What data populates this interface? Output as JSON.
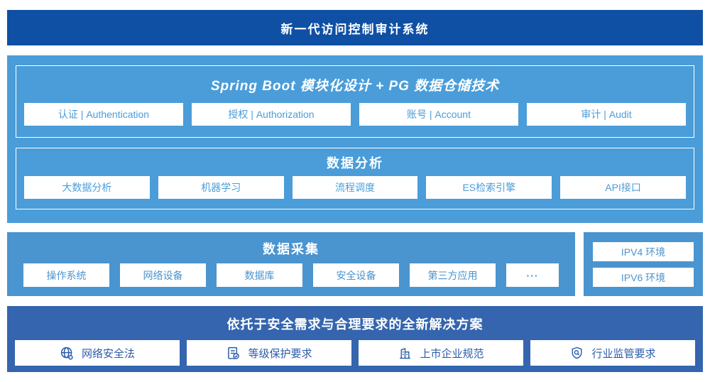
{
  "banner": {
    "title": "新一代访问控制审计系统"
  },
  "platform": {
    "framework": {
      "title": "Spring Boot 模块化设计 + PG 数据仓储技术",
      "items": [
        "认证 | Authentication",
        "授权 | Authorization",
        "账号 | Account",
        "审计 | Audit"
      ]
    },
    "analysis": {
      "title": "数据分析",
      "items": [
        "大数据分析",
        "机器学习",
        "流程调度",
        "ES检索引擎",
        "API接口"
      ]
    }
  },
  "collection": {
    "title": "数据采集",
    "items": [
      "操作系统",
      "网络设备",
      "数据库",
      "安全设备",
      "第三方应用",
      "···"
    ]
  },
  "environments": {
    "items": [
      "IPV4 环境",
      "IPV6 环境"
    ]
  },
  "solution": {
    "title": "依托于安全需求与合理要求的全新解决方案",
    "items": [
      {
        "icon": "globe-icon",
        "label": "网络安全法"
      },
      {
        "icon": "document-check-icon",
        "label": "等级保护要求"
      },
      {
        "icon": "buildings-icon",
        "label": "上市企业规范"
      },
      {
        "icon": "shield-magnifier-icon",
        "label": "行业监管要求"
      }
    ]
  },
  "colors": {
    "banner_bg": "#0f50a4",
    "platform_bg": "#4a9dd9",
    "collection_bg": "#4a94cf",
    "solution_bg": "#3465ae",
    "chip_text_platform": "#4a9dd9",
    "chip_text_collection": "#4a94cf",
    "solution_text": "#2b5ca9",
    "chip_bg": "#ffffff"
  }
}
